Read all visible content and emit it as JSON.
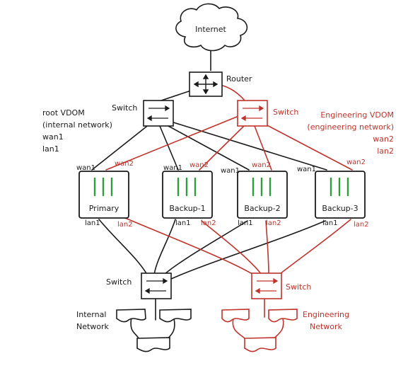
{
  "diagram": {
    "internet": {
      "label": "Internet"
    },
    "router": {
      "label": "Router"
    },
    "top_switch_root": {
      "label": "Switch"
    },
    "top_switch_eng": {
      "label": "Switch"
    },
    "root_vdom": {
      "title": "root VDOM",
      "subtitle": "(internal network)",
      "ports": [
        "wan1",
        "lan1"
      ]
    },
    "eng_vdom": {
      "title": "Engineering VDOM",
      "subtitle": "(engineering network)",
      "ports": [
        "wan2",
        "lan2"
      ]
    },
    "units": [
      {
        "name": "Primary",
        "wan1": "wan1",
        "wan2": "wan2",
        "lan1": "lan1",
        "lan2": "lan2"
      },
      {
        "name": "Backup-1",
        "wan1": "wan1",
        "wan2": "wan2",
        "lan1": "lan1",
        "lan2": "lan2"
      },
      {
        "name": "Backup-2",
        "wan1": "wan1",
        "wan2": "wan2",
        "lan1": "lan1",
        "lan2": "lan2"
      },
      {
        "name": "Backup-3",
        "wan1": "wan1",
        "wan2": "wan2",
        "lan1": "lan1",
        "lan2": "lan2"
      }
    ],
    "bottom_switch_root": {
      "label": "Switch"
    },
    "bottom_switch_eng": {
      "label": "Switch"
    },
    "internal_network": {
      "line1": "Internal",
      "line2": "Network"
    },
    "engineering_network": {
      "line1": "Engineering",
      "line2": "Network"
    },
    "colors": {
      "black": "#1a1a1a",
      "red": "#c0332b",
      "green": "#2e9e3a"
    }
  }
}
